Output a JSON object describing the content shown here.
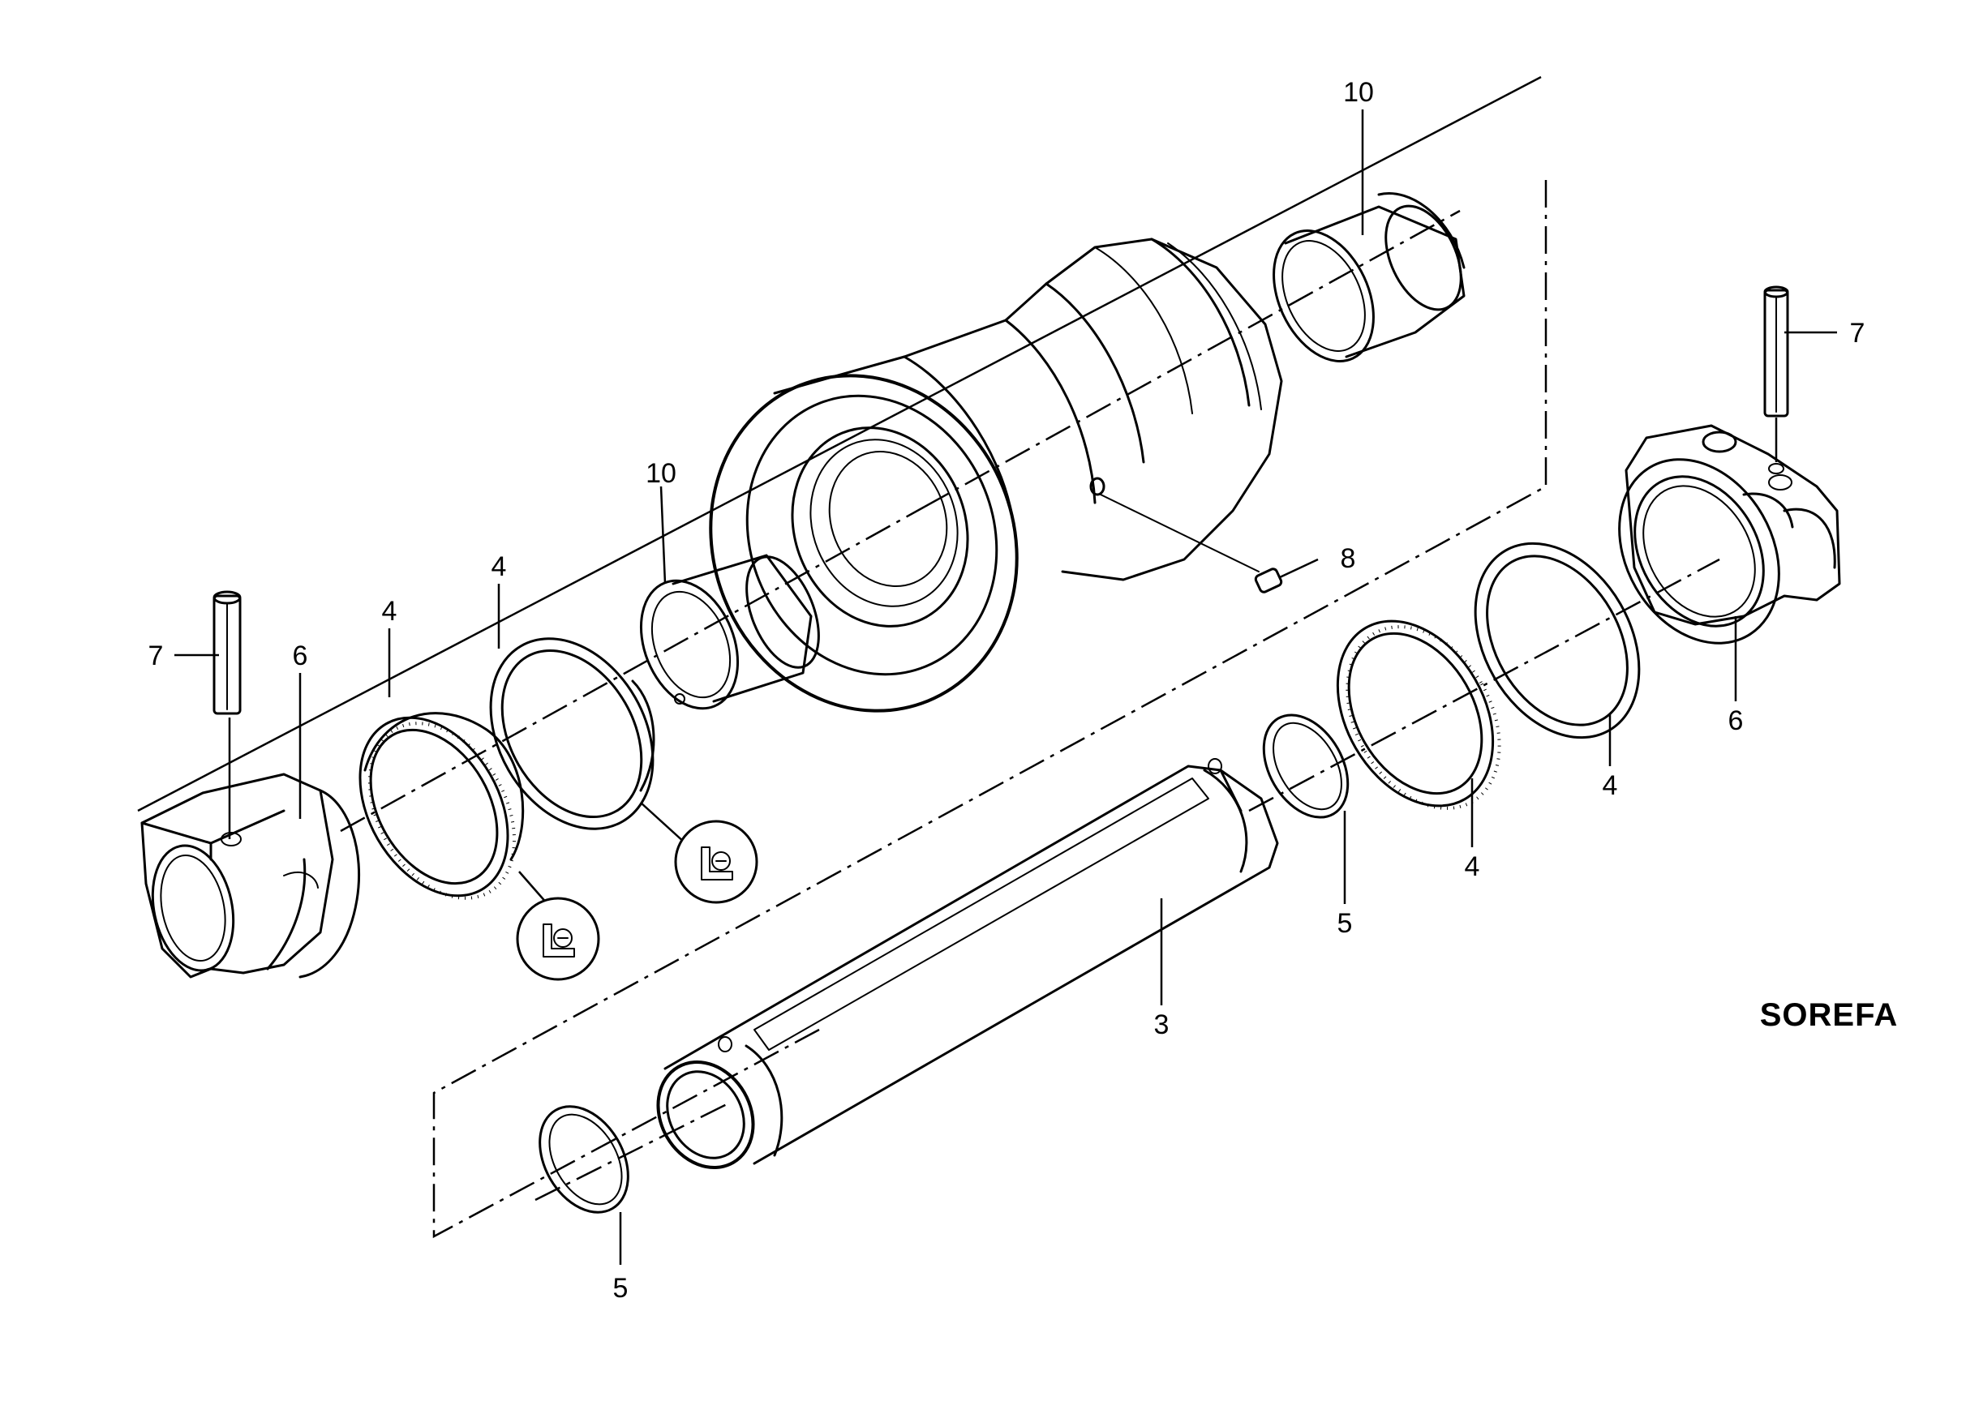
{
  "callouts": {
    "c10_top": "10",
    "c10_mid": "10",
    "c7_left": "7",
    "c7_right": "7",
    "c6_left": "6",
    "c6_right": "6",
    "c4_a": "4",
    "c4_b": "4",
    "c4_c": "4",
    "c4_d": "4",
    "c8": "8",
    "c5_a": "5",
    "c5_b": "5",
    "c3": "3"
  },
  "brand": "SOREFA",
  "icons": {
    "seal_badge_left": "seal-lubricate-icon",
    "seal_badge_right": "seal-lubricate-icon"
  },
  "colors": {
    "ink": "#000000",
    "paper": "#ffffff"
  }
}
